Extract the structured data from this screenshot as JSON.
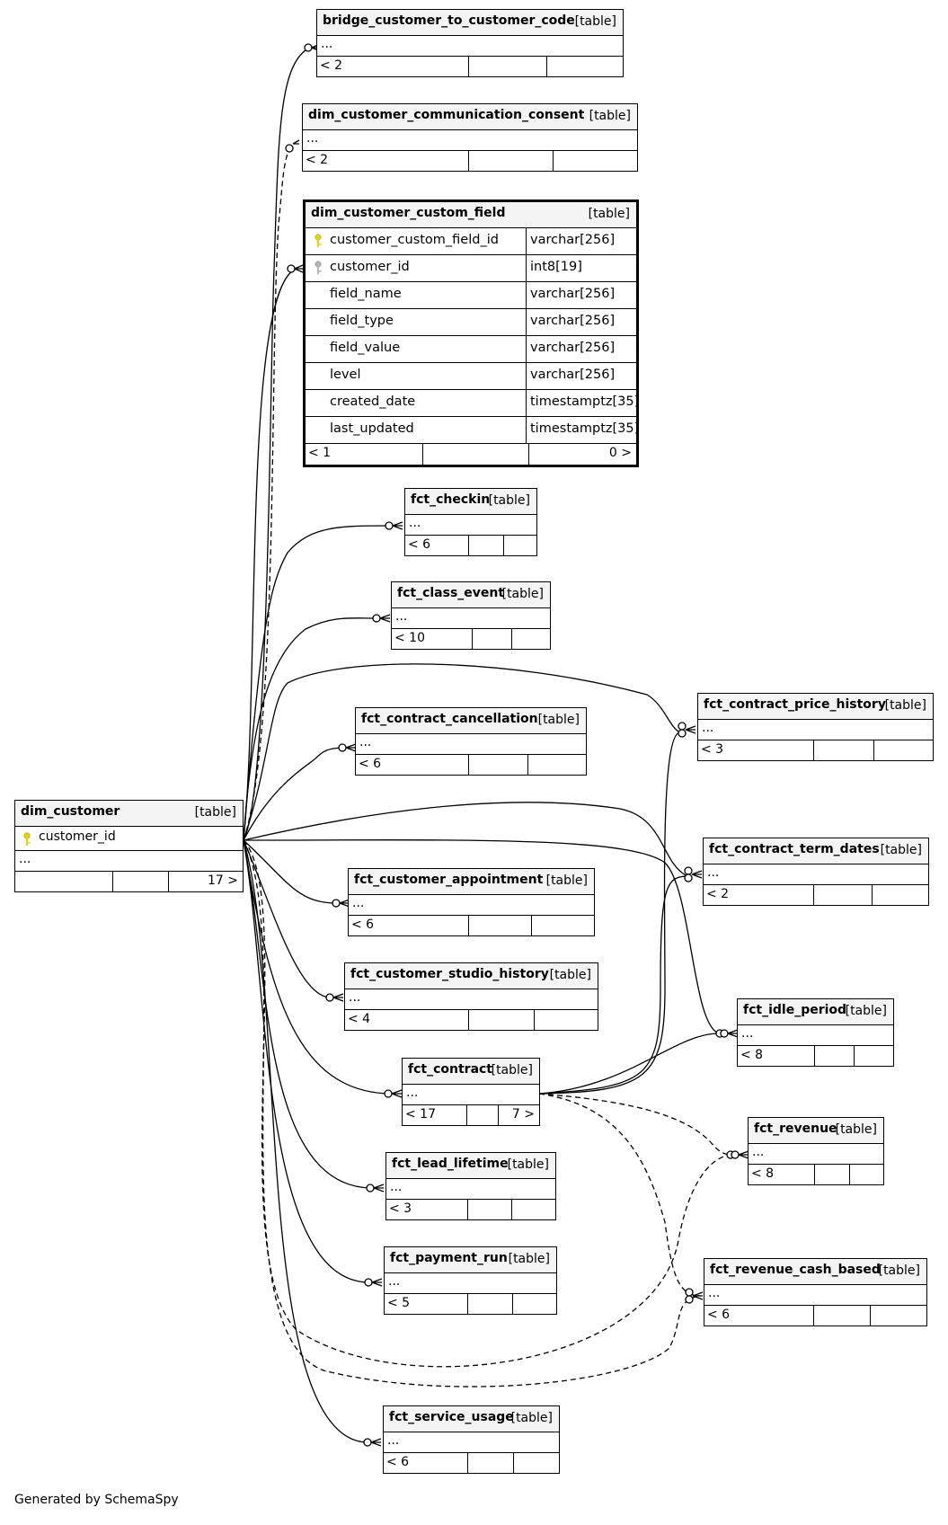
{
  "diagram": {
    "tables": {
      "bridge": {
        "name": "bridge_customer_to_customer_code",
        "type": "[table]",
        "columns_row": "...",
        "footer_left": "< 2",
        "footer_right": ""
      },
      "consent": {
        "name": "dim_customer_communication_consent",
        "type": "[table]",
        "columns_row": "...",
        "footer_left": "< 2",
        "footer_right": ""
      },
      "custom_field": {
        "name": "dim_customer_custom_field",
        "type": "[table]",
        "columns": [
          {
            "name": "customer_custom_field_id",
            "type": "varchar[256]",
            "key": "primary-key"
          },
          {
            "name": "customer_id",
            "type": "int8[19]",
            "key": "foreign-key"
          },
          {
            "name": "field_name",
            "type": "varchar[256]",
            "key": ""
          },
          {
            "name": "field_type",
            "type": "varchar[256]",
            "key": ""
          },
          {
            "name": "field_value",
            "type": "varchar[256]",
            "key": ""
          },
          {
            "name": "level",
            "type": "varchar[256]",
            "key": ""
          },
          {
            "name": "created_date",
            "type": "timestamptz[35]",
            "key": ""
          },
          {
            "name": "last_updated",
            "type": "timestamptz[35]",
            "key": ""
          }
        ],
        "footer_left": "< 1",
        "footer_right": "0 >"
      },
      "checkin": {
        "name": "fct_checkin",
        "type": "[table]",
        "columns_row": "...",
        "footer_left": "< 6",
        "footer_right": ""
      },
      "class_event": {
        "name": "fct_class_event",
        "type": "[table]",
        "columns_row": "...",
        "footer_left": "< 10",
        "footer_right": ""
      },
      "price_history": {
        "name": "fct_contract_price_history",
        "type": "[table]",
        "columns_row": "...",
        "footer_left": "< 3",
        "footer_right": ""
      },
      "cancellation": {
        "name": "fct_contract_cancellation",
        "type": "[table]",
        "columns_row": "...",
        "footer_left": "< 6",
        "footer_right": ""
      },
      "dim_customer": {
        "name": "dim_customer",
        "type": "[table]",
        "key_column": "customer_id",
        "columns_row": "...",
        "footer_left": "",
        "footer_right": "17 >"
      },
      "term_dates": {
        "name": "fct_contract_term_dates",
        "type": "[table]",
        "columns_row": "...",
        "footer_left": "< 2",
        "footer_right": ""
      },
      "appointment": {
        "name": "fct_customer_appointment",
        "type": "[table]",
        "columns_row": "...",
        "footer_left": "< 6",
        "footer_right": ""
      },
      "studio_history": {
        "name": "fct_customer_studio_history",
        "type": "[table]",
        "columns_row": "...",
        "footer_left": "< 4",
        "footer_right": ""
      },
      "idle_period": {
        "name": "fct_idle_period",
        "type": "[table]",
        "columns_row": "...",
        "footer_left": "< 8",
        "footer_right": ""
      },
      "contract": {
        "name": "fct_contract",
        "type": "[table]",
        "columns_row": "...",
        "footer_left": "< 17",
        "footer_right": "7 >"
      },
      "revenue": {
        "name": "fct_revenue",
        "type": "[table]",
        "columns_row": "...",
        "footer_left": "< 8",
        "footer_right": ""
      },
      "lead_lifetime": {
        "name": "fct_lead_lifetime",
        "type": "[table]",
        "columns_row": "...",
        "footer_left": "< 3",
        "footer_right": ""
      },
      "revenue_cash": {
        "name": "fct_revenue_cash_based",
        "type": "[table]",
        "columns_row": "...",
        "footer_left": "< 6",
        "footer_right": ""
      },
      "payment_run": {
        "name": "fct_payment_run",
        "type": "[table]",
        "columns_row": "...",
        "footer_left": "< 5",
        "footer_right": ""
      },
      "service_usage": {
        "name": "fct_service_usage",
        "type": "[table]",
        "columns_row": "...",
        "footer_left": "< 6",
        "footer_right": ""
      }
    },
    "key_colors": {
      "primary": "#e6d600",
      "foreign": "#b4b4b4"
    },
    "footer": "Generated by SchemaSpy"
  }
}
